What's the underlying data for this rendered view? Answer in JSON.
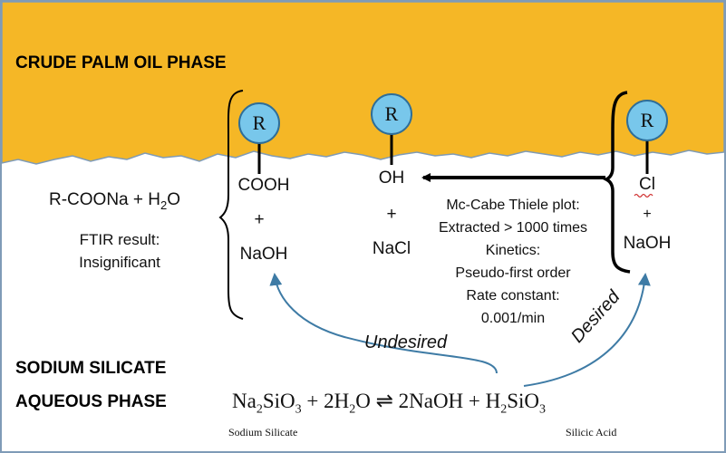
{
  "phases": {
    "oil": "CRUDE PALM OIL PHASE",
    "aqueous_line1": "SODIUM SILICATE",
    "aqueous_line2": "AQUEOUS PHASE"
  },
  "left_note": {
    "formula_main": "R-COONa + H",
    "formula_sub": "2",
    "formula_end": "O",
    "ftir_line1": "FTIR result:",
    "ftir_line2": "Insignificant"
  },
  "molecules": {
    "r_label": "R",
    "acid": {
      "group": "COOH",
      "plus": "+",
      "partner": "NaOH"
    },
    "alcohol": {
      "group": "OH",
      "plus": "+",
      "partner": "NaCl"
    },
    "chloride": {
      "group": "Cl",
      "plus": "+",
      "partner": "NaOH"
    }
  },
  "process_info": [
    "Mc-Cabe Thiele plot:",
    "Extracted > 1000 times",
    "Kinetics:",
    "Pseudo-first order",
    "Rate constant:",
    "0.001/min"
  ],
  "pathways": {
    "undesired": "Undesired",
    "desired": "Desired"
  },
  "equation": {
    "na": "Na",
    "na_sub": "2",
    "sio": "SiO",
    "sio_sub": "3",
    "water": " + 2H",
    "water_sub": "2",
    "water_o": "O",
    "arrow": " ⇌ ",
    "naoh": "2NaOH + H",
    "h_sub": "2",
    "sio2": "SiO",
    "sio2_sub": "3",
    "reactant_caption": "Sodium Silicate",
    "product_caption": "Silicic Acid"
  },
  "colors": {
    "oil": "#F5B726",
    "circle_fill": "#78C7EB",
    "circle_stroke": "#2E6E99",
    "curve_arrow": "#3E7BA5",
    "outline": "#7F9BB7"
  }
}
